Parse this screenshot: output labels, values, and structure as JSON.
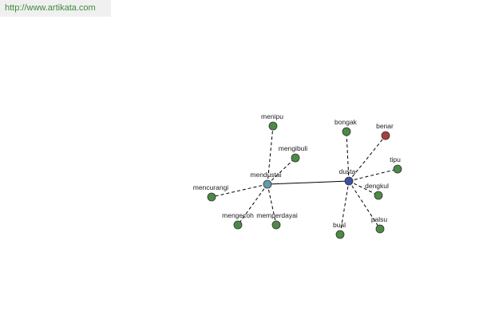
{
  "header": {
    "url": "http://www.artikata.com"
  },
  "graph": {
    "colors": {
      "hub_mendustai": "#5e9eaa",
      "hub_dusta": "#3d4fa3",
      "leaf": "#4c8a46",
      "leaf_highlight": "#a83e3e"
    },
    "hubs": [
      {
        "id": "mendustai",
        "label": "mendustai"
      },
      {
        "id": "dusta",
        "label": "dusta"
      }
    ],
    "leaves": [
      {
        "id": "menipu",
        "label": "menipu",
        "hub": "mendustai",
        "color": "leaf"
      },
      {
        "id": "mengibuli",
        "label": "mengibuli",
        "hub": "mendustai",
        "color": "leaf"
      },
      {
        "id": "mencurangi",
        "label": "mencurangi",
        "hub": "mendustai",
        "color": "leaf"
      },
      {
        "id": "mengecoh",
        "label": "mengecoh",
        "hub": "mendustai",
        "color": "leaf"
      },
      {
        "id": "memperdayai",
        "label": "memperdayai",
        "hub": "mendustai",
        "color": "leaf"
      },
      {
        "id": "bongak",
        "label": "bongak",
        "hub": "dusta",
        "color": "leaf"
      },
      {
        "id": "benar",
        "label": "benar",
        "hub": "dusta",
        "color": "leaf_highlight"
      },
      {
        "id": "tipu",
        "label": "tipu",
        "hub": "dusta",
        "color": "leaf"
      },
      {
        "id": "dengkul",
        "label": "dengkul",
        "hub": "dusta",
        "color": "leaf"
      },
      {
        "id": "palsu",
        "label": "palsu",
        "hub": "dusta",
        "color": "leaf"
      },
      {
        "id": "bual",
        "label": "bual",
        "hub": "dusta",
        "color": "leaf"
      }
    ],
    "hub_link": {
      "from": "mendustai",
      "to": "dusta"
    }
  }
}
